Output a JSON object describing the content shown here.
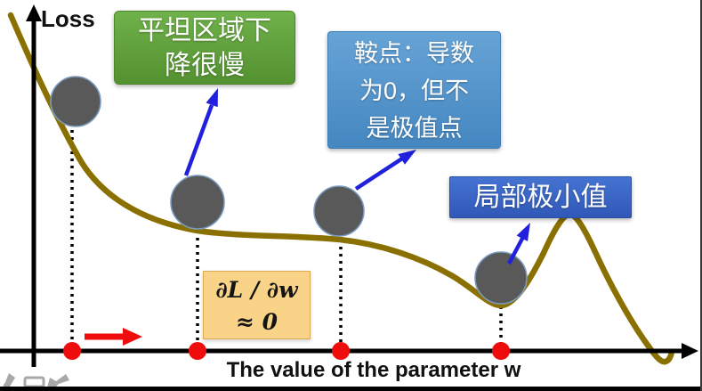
{
  "slide": {
    "y_axis_label": "Loss",
    "x_axis_label": "The value of the parameter w"
  },
  "callouts": {
    "flat_region": {
      "lines": [
        "平坦区域下",
        "降很慢"
      ],
      "color": "#5ea138"
    },
    "saddle_point": {
      "lines": [
        "鞍点：导数",
        "为0，但不",
        "是极值点"
      ],
      "color": "#4f94cb"
    },
    "local_minimum": {
      "lines": [
        "局部极小值"
      ],
      "color": "#3866c8"
    },
    "gradient_note": {
      "lines": [
        "∂L / ∂w",
        "≈ 0"
      ],
      "color": "#f9d488"
    }
  },
  "diagram": {
    "curve_color": "#8a7000",
    "ball_color": "#595959",
    "ball_outline_color": "#7b9cc0",
    "axis_color": "#000000",
    "marker_color": "#ee0c0c",
    "callout_arrow_color": "#2121dd",
    "marker_count": 4,
    "icons": [
      "pencil-icon",
      "highlighter-icon",
      "forward-arrow-icon"
    ]
  }
}
